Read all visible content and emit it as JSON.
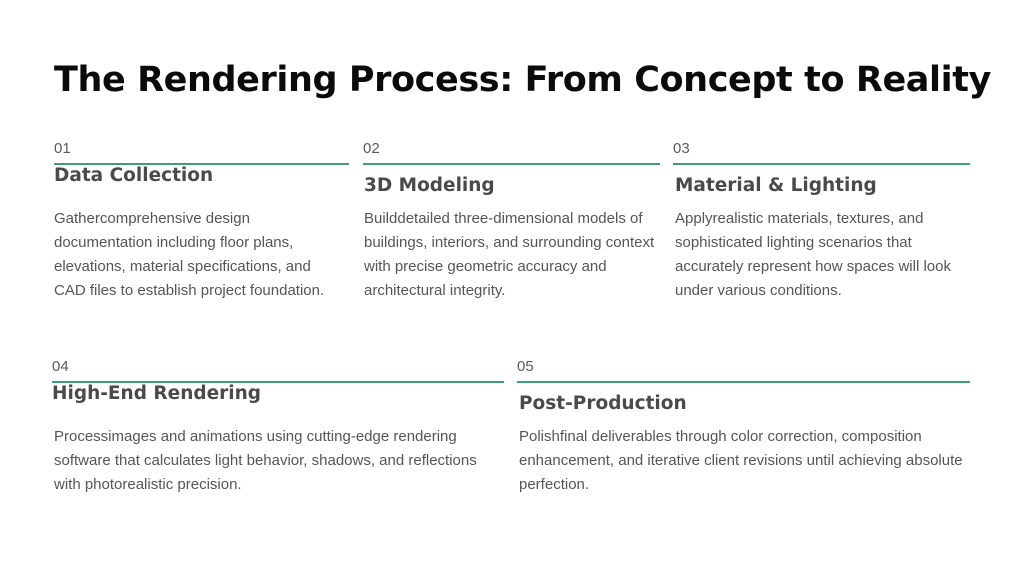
{
  "page": {
    "title": "The Rendering Process: From Concept to Reality",
    "accent_color": "#3f9a7e"
  },
  "steps": [
    {
      "number": "01",
      "title": "Data Collection",
      "description": "Gathercomprehensive design documentation including floor plans, elevations, material specifications, and CAD files to establish project foundation."
    },
    {
      "number": "02",
      "title": "3D Modeling",
      "description": "Builddetailed three-dimensional models of buildings, interiors, and surrounding context with precise geometric accuracy and architectural integrity."
    },
    {
      "number": "03",
      "title": "Material & Lighting",
      "description": "Applyrealistic materials, textures, and sophisticated lighting scenarios that accurately represent how spaces will look under various conditions."
    },
    {
      "number": "04",
      "title": "High-End Rendering",
      "description": "Processimages and animations using cutting-edge rendering software that calculates light behavior, shadows, and reflections with photorealistic precision."
    },
    {
      "number": "05",
      "title": "Post-Production",
      "description": "Polishfinal deliverables through color correction, composition enhancement, and iterative client revisions until achieving absolute perfection."
    }
  ]
}
